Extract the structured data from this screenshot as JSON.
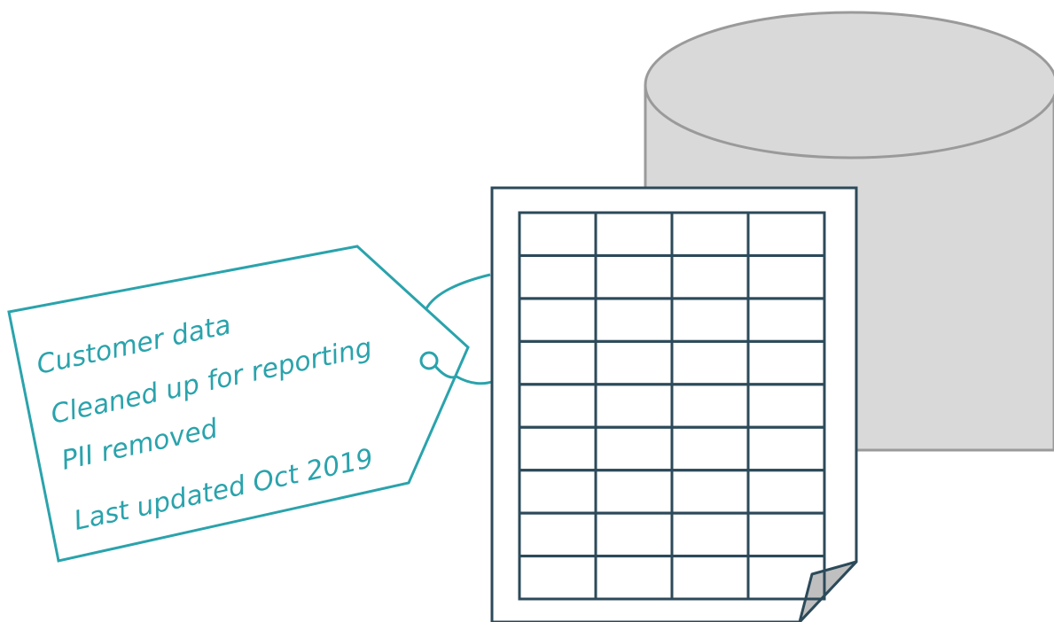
{
  "colors": {
    "background": "#ffffff",
    "database_fill": "#d9d9d9",
    "database_stroke": "#9a9a9a",
    "sheet_stroke": "#2c4a5a",
    "sheet_fill": "#ffffff",
    "tag_stroke": "#2aa3ac",
    "tag_text": "#2aa3ac",
    "fold_fill": "#bfbfbf"
  },
  "database": {
    "icon": "database-cylinder-icon"
  },
  "sheet": {
    "icon": "spreadsheet-document-icon",
    "rows": 9,
    "columns": 4
  },
  "tag": {
    "icon": "label-tag-icon",
    "lines": [
      "Customer data",
      "Cleaned up for reporting",
      "PII removed",
      "Last updated Oct 2019"
    ]
  }
}
